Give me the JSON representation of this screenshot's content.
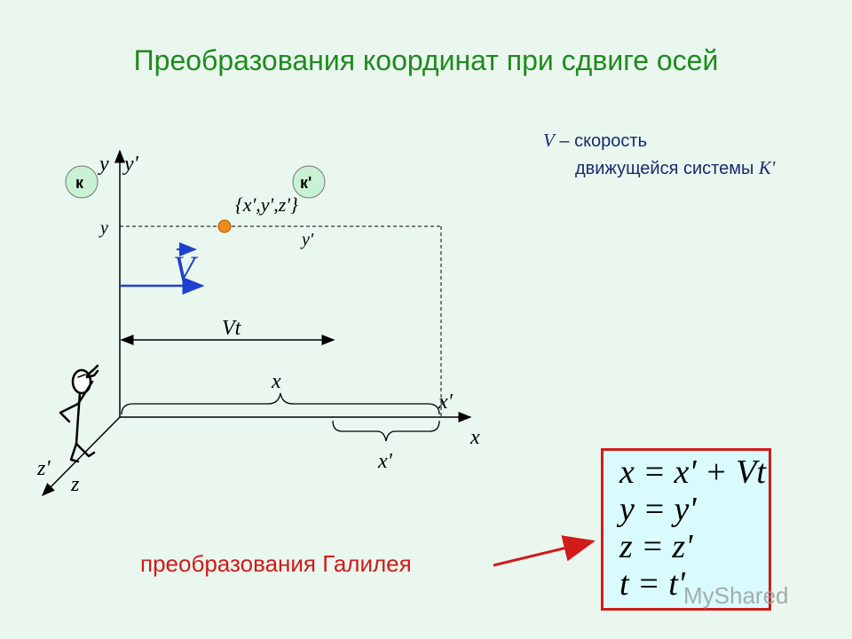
{
  "title": "Преобразования координат при сдвиге осей",
  "note": {
    "v_symbol": "V",
    "line1": " – скорость",
    "line2": "движущейся системы ",
    "system": "K'"
  },
  "labels": {
    "frame_k": "к",
    "frame_k_prime": "к'",
    "point_coords": "{x',y',z'}",
    "axis_y": "y",
    "axis_y_prime": "y'",
    "tick_y": "y",
    "tick_y_prime": "y'",
    "velocity": "V",
    "vt": "Vt",
    "brace_x": "x",
    "x_prime_top": "x'",
    "axis_x": "x",
    "brace_x_prime": "x'",
    "axis_z_prime": "z'",
    "axis_z": "z"
  },
  "galileo_label": "преобразования Галилея",
  "formulas": [
    "x = x' + Vt",
    "y = y'",
    "z = z'",
    "t = t'"
  ],
  "watermark": "MyShared",
  "colors": {
    "title": "#1e8a1e",
    "arrow_blue": "#1f3fd0",
    "point_orange": "#f08a1c",
    "box_border": "#d11a1a",
    "box_fill": "#d9fbfd",
    "galileo_text": "#d11a1a"
  }
}
